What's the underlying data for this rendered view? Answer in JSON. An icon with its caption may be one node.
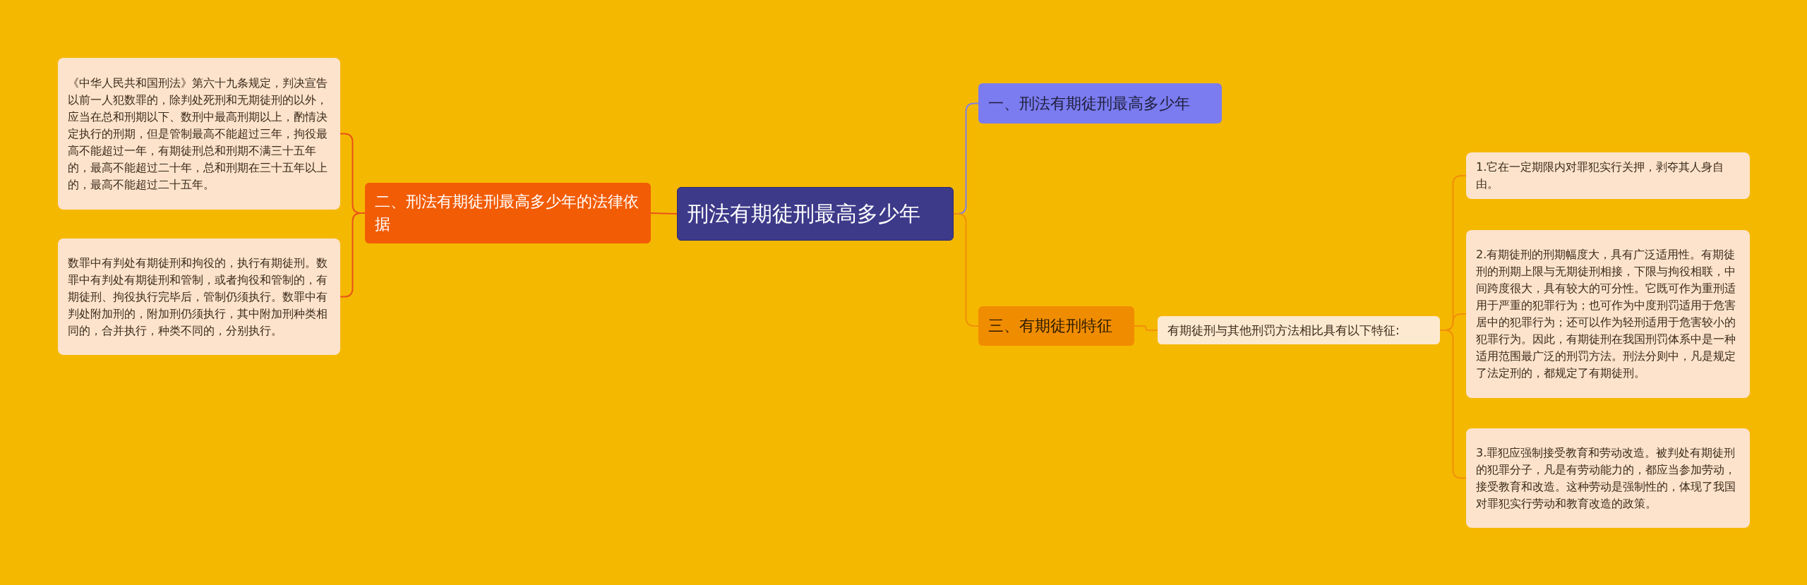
{
  "diagram": {
    "nodes": [
      {
        "text": [
          "刑法有期徒刑最高多少年"
        ]
      },
      {
        "text": [
          "一、刑法有期徒刑最高多少年"
        ]
      },
      {
        "text": [
          "二、刑法有期徒刑最高多少年的法律依据"
        ]
      },
      {
        "text": [
          "《中华人民共和国刑法》第六十九条规定，判决宣告以前一人犯数罪的，除判处死刑和无期徒刑的以外，应当在总和刑期以下、数刑中最高刑期以上，酌情决定执行的刑期，但是管制最高不能超过三年，拘役最高不能超过一年，有期徒刑总和刑期不满三十五年的，最高不能超过二十年，总和刑期在三十五年以上的，最高不能超过二十五年。"
        ]
      },
      {
        "text": [
          "数罪中有判处有期徒刑和拘役的，执行有期徒刑。数罪中有判处有期徒刑和管制，或者拘役和管制的，有期徒刑、拘役执行完毕后，管制仍须执行。数罪中有判处附加刑的，附加刑仍须执行，其中附加刑种类相同的，合并执行，种类不同的，分别执行。"
        ]
      },
      {
        "text": [
          "三、有期徒刑特征"
        ]
      },
      {
        "text": [
          "有期徒刑与其他刑罚方法相比具有以下特征:"
        ]
      },
      {
        "text": [
          "1.它在一定期限内对罪犯实行关押，剥夺其人身自由。"
        ]
      },
      {
        "text": [
          "2.有期徒刑的刑期幅度大，具有广泛适用性。有期徒刑的刑期上限与无期徒刑相接，下限与拘役相联，中间跨度很大，具有较大的可分性。它既可作为重刑适用于严重的犯罪行为；也可作为中度刑罚适用于危害居中的犯罪行为；还可以作为轻刑适用于危害较小的犯罪行为。因此，有期徒刑在我国刑罚体系中是一种适用范围最广泛的刑罚方法。刑法分则中，凡是规定了法定刑的，都规定了有期徒刑。"
        ]
      },
      {
        "text": [
          "3.罪犯应强制接受教育和劳动改造。被判处有期徒刑的犯罪分子，凡是有劳动能力的，都应当参加劳动，接受教育和改造。这种劳动是强制性的，体现了我国对罪犯实行劳动和教育改造的政策。"
        ]
      }
    ],
    "edges": [
      {
        "from": 0,
        "to": 1,
        "arrow": "none",
        "color": "#8080e8"
      },
      {
        "from": 0,
        "to": 2,
        "arrow": "none",
        "color": "#e8541a"
      },
      {
        "from": 2,
        "to": 3,
        "arrow": "none",
        "color": "#e8541a"
      },
      {
        "from": 2,
        "to": 4,
        "arrow": "none",
        "color": "#e8541a"
      },
      {
        "from": 0,
        "to": 5,
        "arrow": "none"
      },
      {
        "from": 5,
        "to": 6,
        "arrow": "none"
      },
      {
        "from": 6,
        "to": 7,
        "arrow": "none"
      },
      {
        "from": 6,
        "to": 8,
        "arrow": "none"
      },
      {
        "from": 6,
        "to": 9,
        "arrow": "none"
      }
    ]
  }
}
